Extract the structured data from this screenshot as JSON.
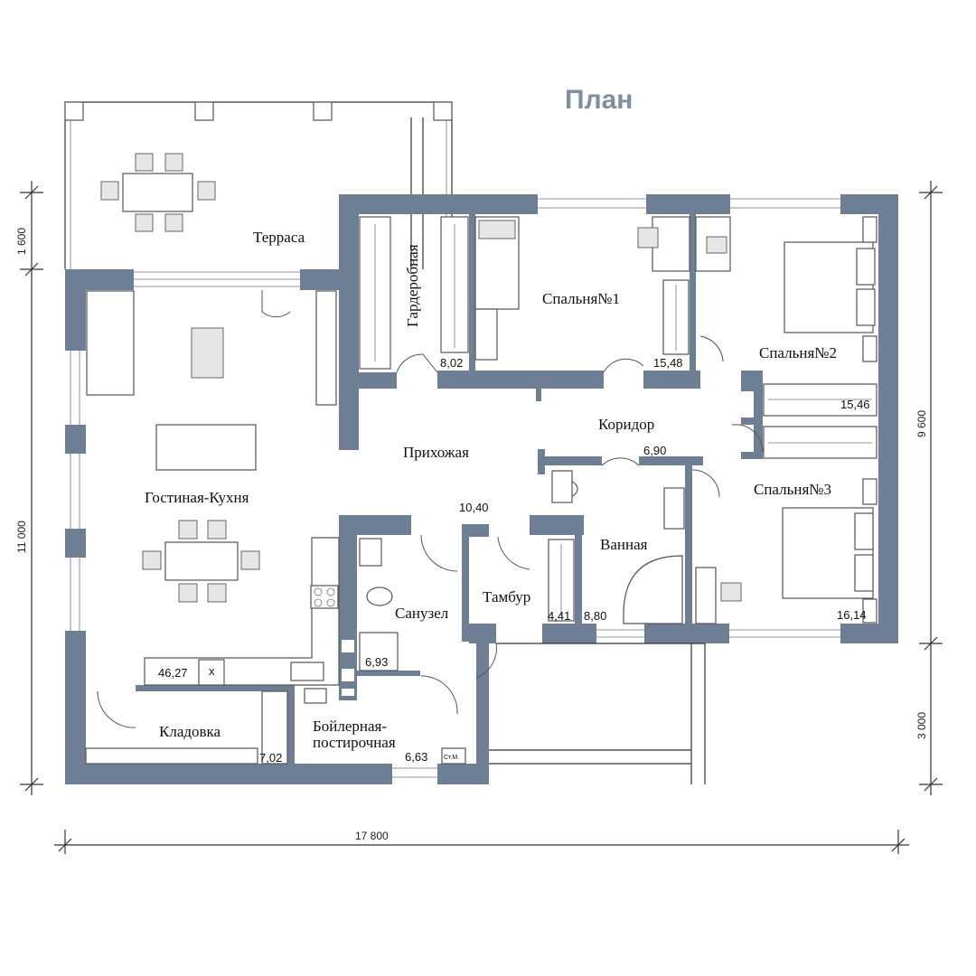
{
  "title": "План",
  "colors": {
    "wall": "#6e7f95",
    "title": "#7f8fa1"
  },
  "rooms": {
    "terrace": "Терраса",
    "wardrobe": "Гардеробная",
    "bedroom1": "Спальня№1",
    "bedroom2": "Спальня№2",
    "bedroom3": "Спальня№3",
    "corridor": "Коридор",
    "hall": "Прихожая",
    "living": "Гостиная-Кухня",
    "bathroom": "Ванная",
    "vestibule": "Тамбур",
    "wc": "Санузел",
    "boiler_line1": "Бойлерная-",
    "boiler_line2": "постирочная",
    "pantry": "Кладовка"
  },
  "areas": {
    "wardrobe": "8,02",
    "bedroom1": "15,48",
    "bedroom2": "15,46",
    "corridor": "6,90",
    "hall": "10,40",
    "bedroom3": "16,14",
    "vestibule": "4,41",
    "bathroom": "8,80",
    "wc": "6,93",
    "living": "46,27",
    "pantry": "7,02",
    "boiler": "6,63"
  },
  "dimensions": {
    "total_width": "17 800",
    "left_height": "11 000",
    "right_top": "1 600",
    "right_mid": "9 600",
    "right_bottom": "3 000"
  },
  "marks": {
    "washing_machine": "Ст.М.",
    "sink_x": "x"
  }
}
